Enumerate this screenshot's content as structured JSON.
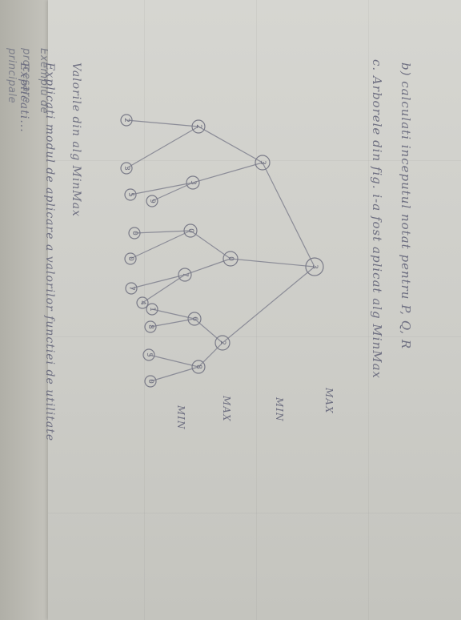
{
  "left_page": {
    "lines": [
      "Exemplu de",
      "procesare",
      "principale"
    ]
  },
  "sheet": {
    "heading_b": "b) calculati inceputul notat pentru P, Q, R",
    "heading_c": "c. Arborele din fig. i-a fost aplicat alg MinMax",
    "level_labels": [
      "MAX",
      "MIN",
      "MAX",
      "MIN"
    ],
    "footer_lines": [
      "Valorile din alg MinMax",
      "Explicati modul de aplicare a valorilor functiei de utilitate",
      "Explicati..."
    ]
  },
  "tree": {
    "root": "3",
    "level1": [
      "3",
      "0",
      "2"
    ],
    "level2": [
      "2",
      "3",
      "0",
      "7",
      "6",
      "8"
    ],
    "leaves": [
      "2",
      "3",
      "5",
      "9",
      "0",
      "0",
      "7",
      "4",
      "1",
      "8",
      "5",
      "0"
    ]
  }
}
